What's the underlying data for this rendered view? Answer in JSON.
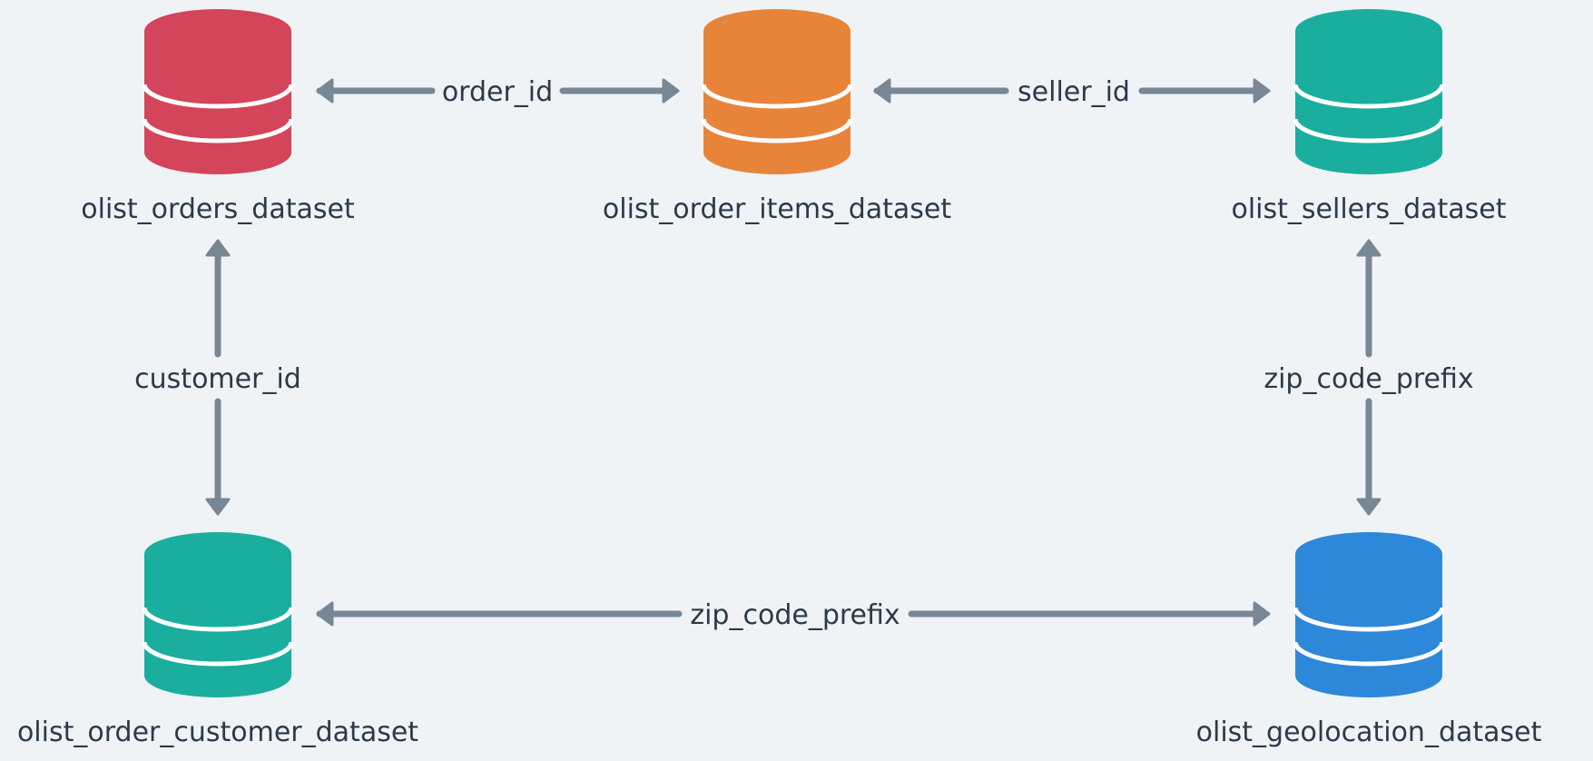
{
  "colors": {
    "background": "#eff3f6",
    "arrow": "#788794",
    "text": "#2b3a4a",
    "separator": "#ffffff"
  },
  "databases": [
    {
      "id": "orders",
      "label": "olist_orders_dataset",
      "color": "#d4445a",
      "icon": "database-icon"
    },
    {
      "id": "order_items",
      "label": "olist_order_items_dataset",
      "color": "#e8843a",
      "icon": "database-icon"
    },
    {
      "id": "sellers",
      "label": "olist_sellers_dataset",
      "color": "#1aae9f",
      "icon": "database-icon"
    },
    {
      "id": "customers",
      "label": "olist_order_customer_dataset",
      "color": "#1aae9f",
      "icon": "database-icon"
    },
    {
      "id": "geolocation",
      "label": "olist_geolocation_dataset",
      "color": "#2e88d9",
      "icon": "database-icon"
    }
  ],
  "relations": [
    {
      "id": "orders-items",
      "label": "order_id",
      "from": "orders",
      "to": "order_items",
      "arrows": "both"
    },
    {
      "id": "items-sellers",
      "label": "seller_id",
      "from": "order_items",
      "to": "sellers",
      "arrows": "both"
    },
    {
      "id": "orders-customers",
      "label": "customer_id",
      "from": "orders",
      "to": "customers",
      "arrows": "both"
    },
    {
      "id": "sellers-geolocation",
      "label": "zip_code_prefix",
      "from": "sellers",
      "to": "geolocation",
      "arrows": "both"
    },
    {
      "id": "customers-geolocation",
      "label": "zip_code_prefix",
      "from": "customers",
      "to": "geolocation",
      "arrows": "both"
    }
  ]
}
